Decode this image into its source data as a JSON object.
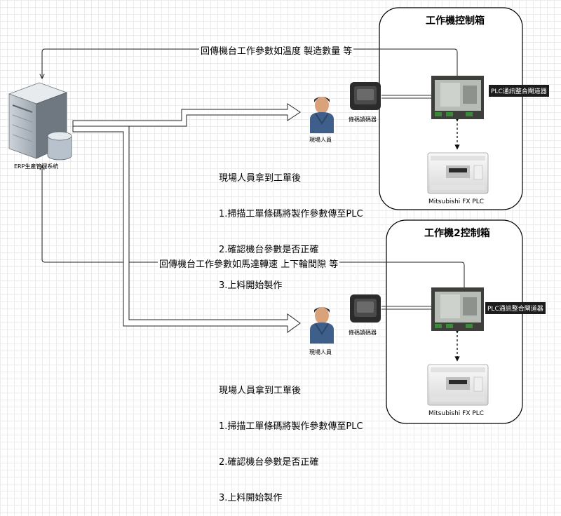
{
  "erp": {
    "label": "ERP生產管理系統"
  },
  "machine1": {
    "title": "工作機控制箱",
    "return_label": "回傳機台工作參數如溫度 製造數量  等",
    "worker_label": "現場人員",
    "scanner_label": "條碼讀碼器",
    "gateway_label": "PLC通訊整合閘道器",
    "plc_label": "Mitsubishi FX PLC",
    "instructions": [
      "現場人員拿到工單後",
      "1.掃描工單條碼將製作參數傳至PLC",
      "2.確認機台參數是否正確",
      "3.上料開始製作"
    ]
  },
  "machine2": {
    "title": "工作機2控制箱",
    "return_label": "回傳機台工作參數如馬達轉速 上下輪間隙  等",
    "worker_label": "現場人員",
    "scanner_label": "條碼讀碼器",
    "gateway_label": "PLC通訊整合閘道器",
    "plc_label": "Mitsubishi FX PLC",
    "instructions": [
      "現場人員拿到工單後",
      "1.掃描工單條碼將製作參數傳至PLC",
      "2.確認機台參數是否正確",
      "3.上料開始製作"
    ]
  }
}
